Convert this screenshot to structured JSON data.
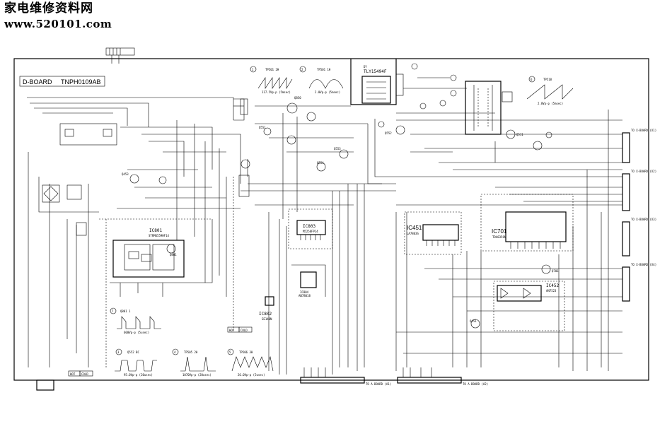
{
  "site": {
    "name_cn": "家电维修资料网",
    "url": "www.520101.com"
  },
  "board": {
    "name": "D-BOARD",
    "code": "TNPH0109AB"
  },
  "ics": [
    {
      "id": "ic801",
      "name": "IC801",
      "part": "STRM6559HF14"
    },
    {
      "id": "ic802",
      "name": "IC802",
      "part": "SE140N"
    },
    {
      "id": "ic803",
      "name": "IC803",
      "part": "M5258FP14"
    },
    {
      "id": "ic451",
      "name": "IC451",
      "part": "LA7803S"
    },
    {
      "id": "ic701",
      "name": "IC701",
      "part": "TDA8356N"
    },
    {
      "id": "ic452",
      "name": "IC452",
      "part": "AN7523"
    },
    {
      "id": "ic804",
      "name": "IC804",
      "part": "AN78018"
    }
  ],
  "transistors": [
    "Q850",
    "Q551",
    "Q552",
    "Q553",
    "Q801",
    "Q451",
    "Q453",
    "Q701",
    "Q511",
    "Q554"
  ],
  "connectors": [
    {
      "id": "conn-x1",
      "label": "TO X-BOARD (X1)"
    },
    {
      "id": "conn-x2",
      "label": "TO X-BOARD (X2)"
    },
    {
      "id": "conn-x3",
      "label": "TO X-BOARD (X3)"
    },
    {
      "id": "conn-x4",
      "label": "TO X-BOARD (X4)"
    },
    {
      "id": "conn-a1",
      "label": "TO A-BOARD (A1)"
    },
    {
      "id": "conn-a2",
      "label": "TO A-BOARD (A2)"
    }
  ],
  "flyback": {
    "label": "TLY15494F",
    "tag": "DY"
  },
  "zones": {
    "hot": "HOT",
    "cold": "COLD"
  },
  "waveforms": [
    {
      "num": "1",
      "name": "TP501 2H",
      "value": "117.5Vp-p (5msec)"
    },
    {
      "num": "2",
      "name": "TP501 1H",
      "value": "2.0Vp-p (5msec)"
    },
    {
      "num": "3",
      "name": "Q552 BC",
      "value": "95.0Vp-p (20usec)"
    },
    {
      "num": "4",
      "name": "TP505 2H",
      "value": "1070Vp-p (20usec)"
    },
    {
      "num": "5",
      "name": "TP506 3H",
      "value": "26.0Vp-p (5usec)"
    },
    {
      "num": "6",
      "name": "TP518",
      "value": "2.0Vp-p (5msec)"
    },
    {
      "num": "7",
      "name": "Q801 1",
      "value": "600Vp-p (5usec)"
    }
  ]
}
